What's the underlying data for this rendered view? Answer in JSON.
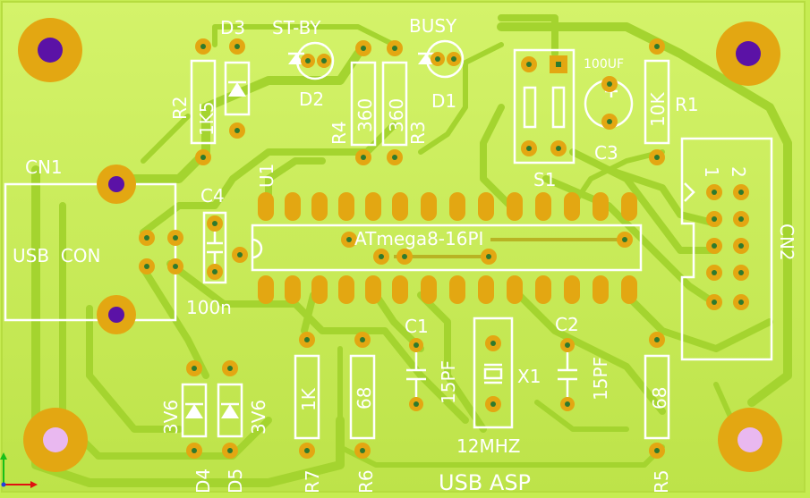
{
  "board": {
    "title": "USB ASP",
    "colors": {
      "substrate": "#c6ec52",
      "trace": "#a4d42f",
      "copper": "#e3a712",
      "silkscreen": "#ffffff",
      "drill": "#5b12a6"
    }
  },
  "labels": {
    "cn1": "CN1",
    "usb_con": "USB  CON",
    "cn2": "CN2",
    "cn2_pin1": "1",
    "cn2_pin2": "2",
    "u1": "U1",
    "u1_part": "ATmega8-16PI",
    "d1": "D1",
    "d1_name": "BUSY",
    "d2": "D2",
    "d2_name": "ST-BY",
    "d3": "D3",
    "d4": "D4",
    "d4_value": "3V6",
    "d5": "D5",
    "d5_value": "3V6",
    "r1": "R1",
    "r1_value": "10K",
    "r2": "R2",
    "r2_value": "1K5",
    "r3": "R3",
    "r3_value": "360",
    "r4": "R4",
    "r4_value": "360",
    "r5": "R5",
    "r5_value": "68",
    "r6": "R6",
    "r6_value": "68",
    "r7": "R7",
    "r7_value": "1K",
    "c1": "C1",
    "c1_value": "15PF",
    "c2": "C2",
    "c2_value": "15PF",
    "c3": "C3",
    "c3_value": "100UF",
    "c4": "C4",
    "c4_value": "100n",
    "s1": "S1",
    "x1": "X1",
    "x1_value": "12MHZ"
  }
}
